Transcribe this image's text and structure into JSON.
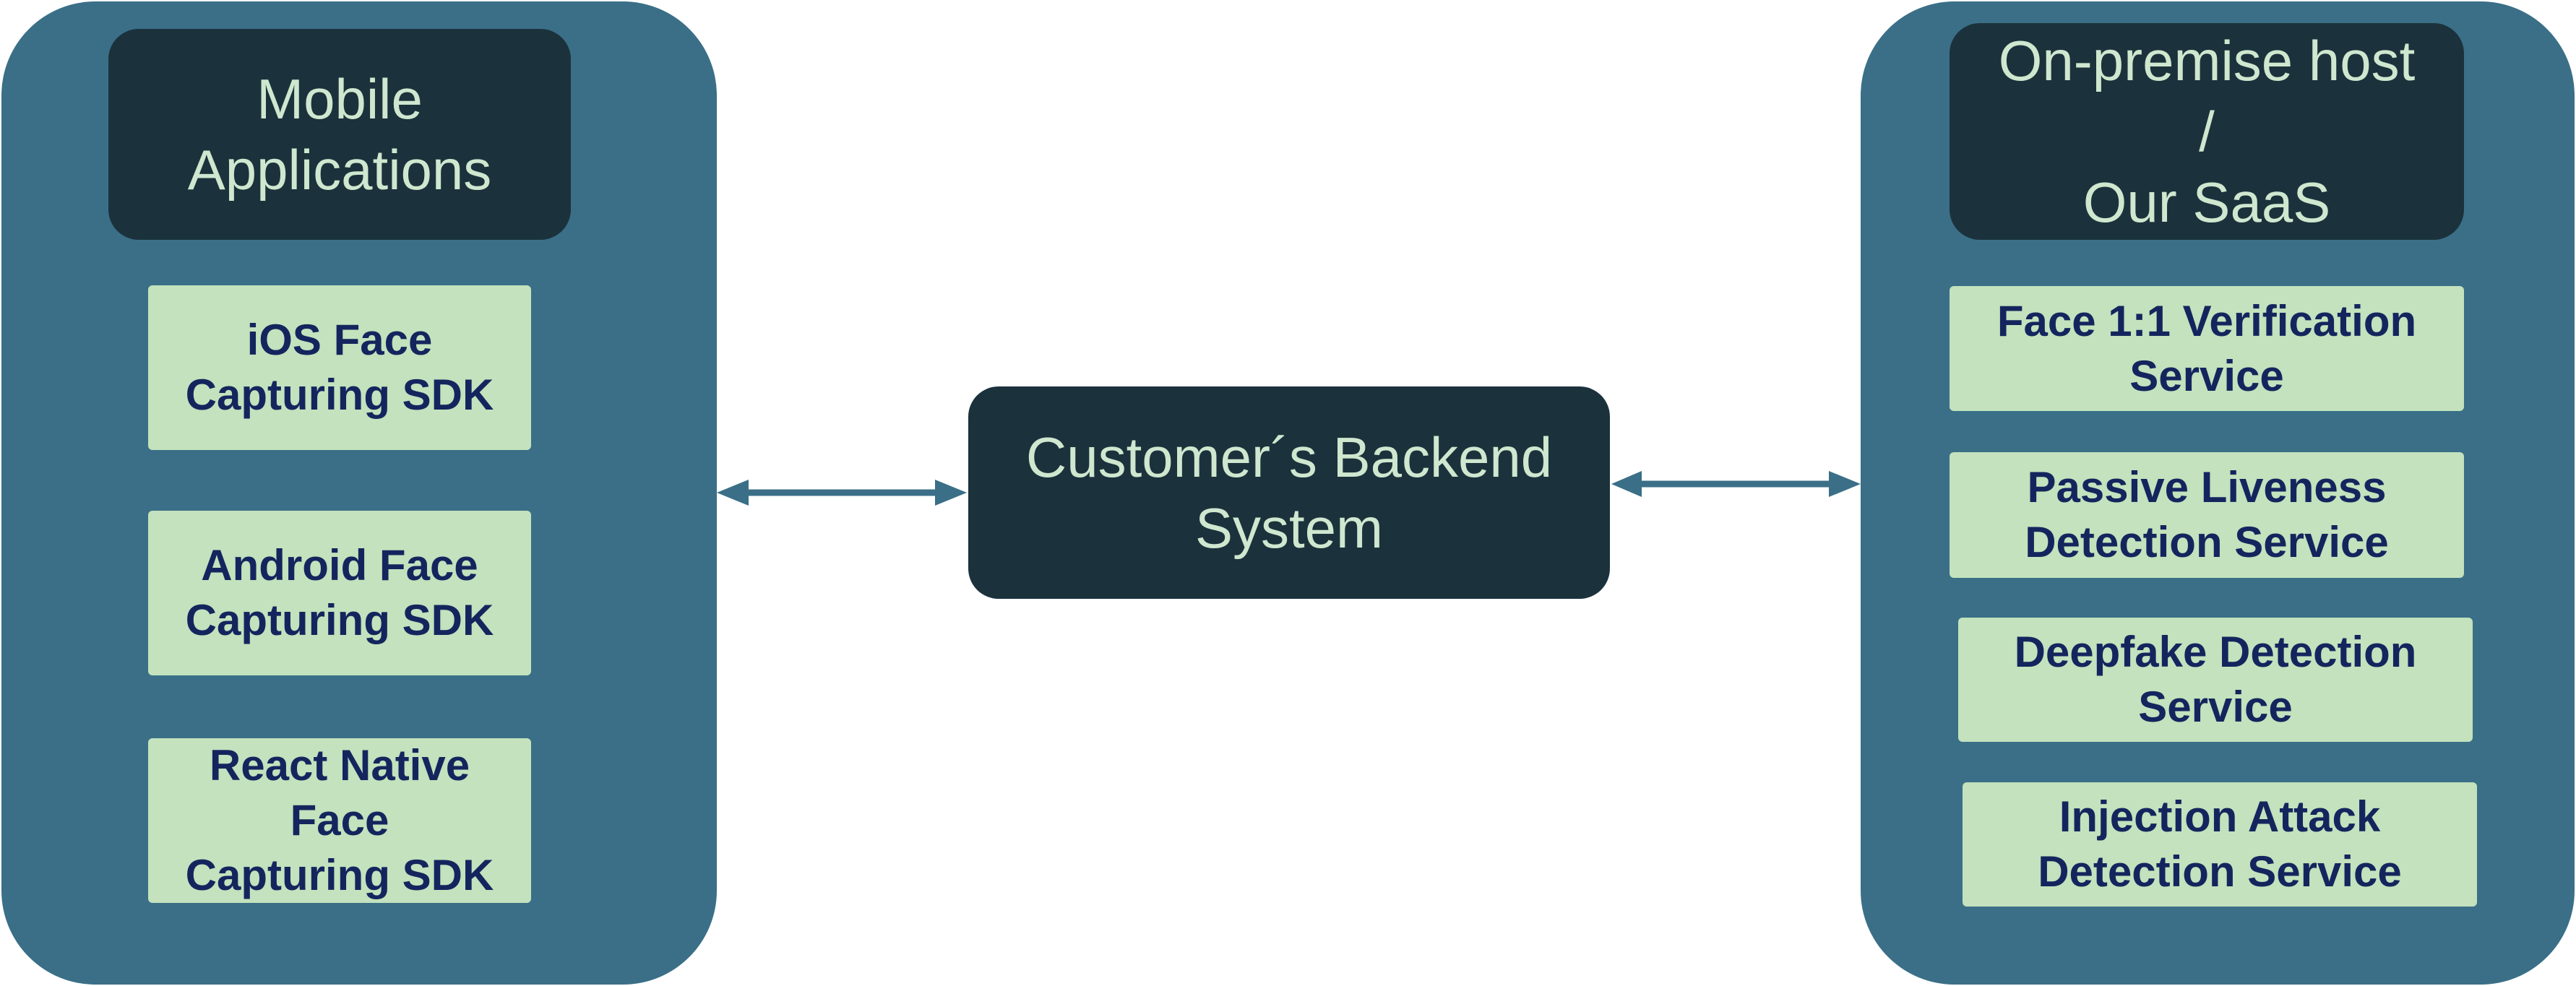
{
  "left_panel": {
    "title": "Mobile\nApplications",
    "items": [
      "iOS Face\nCapturing SDK",
      "Android Face\nCapturing SDK",
      "React Native\nFace\nCapturing SDK"
    ]
  },
  "center": {
    "title": "Customer´s Backend\nSystem"
  },
  "right_panel": {
    "title": "On-premise host\n/\nOur SaaS",
    "items": [
      "Face 1:1 Verification\nService",
      "Passive Liveness\nDetection Service",
      "Deepfake Detection\nService",
      "Injection Attack\nDetection Service"
    ]
  },
  "colors": {
    "panel": "#3a6f87",
    "dark_box": "#1b323c",
    "dark_text": "#cfe7cf",
    "green_box": "#c3e2bd",
    "green_text": "#14255e",
    "arrow": "#3a6f87"
  }
}
